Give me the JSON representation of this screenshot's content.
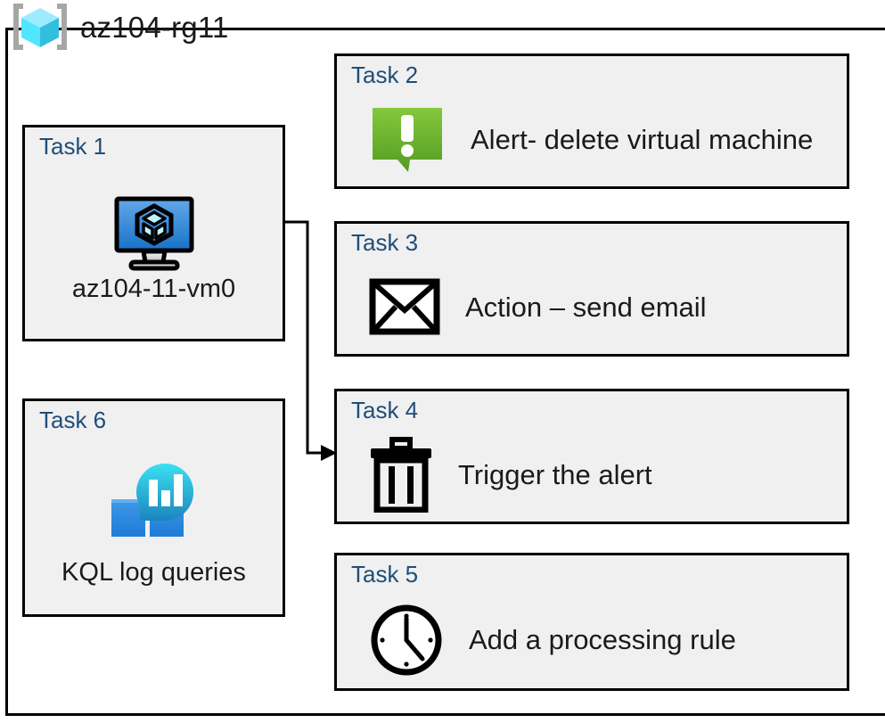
{
  "diagram": {
    "type": "azure-architecture-diagram",
    "resource_group": {
      "name": "az104-rg11",
      "icon": "azure-resource-group-icon"
    },
    "accent_colors": {
      "task_label": "#1F4E79",
      "card_background": "#F0F0F0",
      "card_border": "#000000",
      "alert_green_light": "#7DC242",
      "alert_green_dark": "#58991F",
      "vm_blue_light": "#5EA8E8",
      "vm_blue_dark": "#1B72C4",
      "log_analytics_teal": "#32D3EC",
      "log_analytics_blue": "#2585D8",
      "rg_cube_cyan": "#50E6FF",
      "rg_bracket_gray": "#A0A0A0"
    },
    "cards": [
      {
        "id": "task1",
        "label": "Task 1",
        "caption": "az104-11-vm0",
        "icon": "virtual-machine-icon",
        "layout": "vertical"
      },
      {
        "id": "task2",
        "label": "Task 2",
        "caption": "Alert- delete virtual machine",
        "icon": "alert-bubble-icon",
        "layout": "horizontal"
      },
      {
        "id": "task3",
        "label": "Task 3",
        "caption": "Action – send email",
        "icon": "envelope-icon",
        "layout": "horizontal"
      },
      {
        "id": "task4",
        "label": "Task 4",
        "caption": "Trigger the alert",
        "icon": "trash-can-icon",
        "layout": "horizontal"
      },
      {
        "id": "task5",
        "label": "Task 5",
        "caption": "Add a processing rule",
        "icon": "clock-icon",
        "layout": "horizontal"
      },
      {
        "id": "task6",
        "label": "Task 6",
        "caption": "KQL log queries",
        "icon": "log-analytics-icon",
        "layout": "vertical"
      }
    ],
    "connectors": [
      {
        "id": "vm-to-trigger",
        "from": "task1",
        "to": "task4",
        "style": "orthogonal-arrow"
      }
    ]
  }
}
